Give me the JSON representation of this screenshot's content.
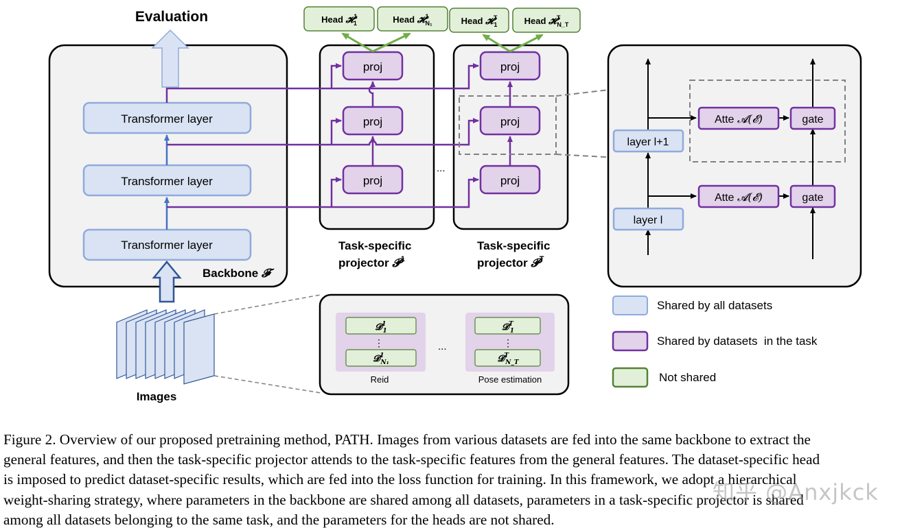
{
  "evaluation_label": "Evaluation",
  "backbone": {
    "layers": [
      "Transformer layer",
      "Transformer layer",
      "Transformer layer"
    ],
    "label": "Backbone",
    "symbol": "𝓕"
  },
  "images_label": "Images",
  "projectors": [
    {
      "label_line1": "Task-specific",
      "label_line2": "projector",
      "symbol": "𝓟",
      "sup": "1",
      "proj_label": "proj",
      "heads": [
        {
          "text": "Head",
          "math": "𝓗",
          "sup": "1",
          "sub": "1"
        },
        {
          "text": "Head",
          "math": "𝓗",
          "sup": "1",
          "sub": "N₁"
        }
      ]
    },
    {
      "label_line1": "Task-specific",
      "label_line2": "projector",
      "symbol": "𝓟",
      "sup": "T",
      "proj_label": "proj",
      "heads": [
        {
          "text": "Head",
          "math": "𝓗",
          "sup": "T",
          "sub": "1"
        },
        {
          "text": "Head",
          "math": "𝓗",
          "sup": "T",
          "sub": "N_T"
        }
      ]
    }
  ],
  "ellipsis": "...",
  "detail": {
    "layer_top": "layer l+1",
    "layer_bottom": "layer l",
    "atte_text": "Atte",
    "atte_math": "𝓐(𝓔)",
    "gate": "gate"
  },
  "datasets": [
    {
      "name": "Reid",
      "top": {
        "sym": "𝓓",
        "sup": "1",
        "sub": "1"
      },
      "dots": "⋮",
      "bottom": {
        "sym": "𝓓",
        "sup": "1",
        "sub": "N₁"
      }
    },
    {
      "name": "Pose estimation",
      "top": {
        "sym": "𝓓",
        "sup": "T",
        "sub": "1"
      },
      "dots": "⋮",
      "bottom": {
        "sym": "𝓓",
        "sup": "T",
        "sub": "N_T"
      }
    }
  ],
  "legend": [
    {
      "label": "Shared by all datasets",
      "fill": "#dae3f3",
      "stroke": "#8faadc"
    },
    {
      "label": "Shared by datasets  in the task",
      "fill": "#e2d2ea",
      "stroke": "#7030a0"
    },
    {
      "label": "Not shared",
      "fill": "#e2f0d9",
      "stroke": "#538135"
    }
  ],
  "colors": {
    "blue_arrow": "#4472c4",
    "purple": "#7030a0",
    "green": "#70ad47",
    "panel_bg": "#f2f2f2",
    "dashed": "#808080"
  },
  "caption": [
    "Figure 2. Overview of our proposed pretraining method, PATH. Images from various datasets are fed into the same backbone to extract the",
    "general features, and then the task-specific projector attends to the task-specific features from the general features. The dataset-specific head",
    "is imposed to predict dataset-specific results, which are fed into the loss function for training. In this framework, we adopt a hierarchical",
    "weight-sharing strategy, where parameters in the backbone are shared among all datasets, parameters in a task-specific projector is shared",
    "among all datasets belonging to the same task, and the parameters for the heads are not shared."
  ],
  "watermark": "知乎 @Anxjkck"
}
